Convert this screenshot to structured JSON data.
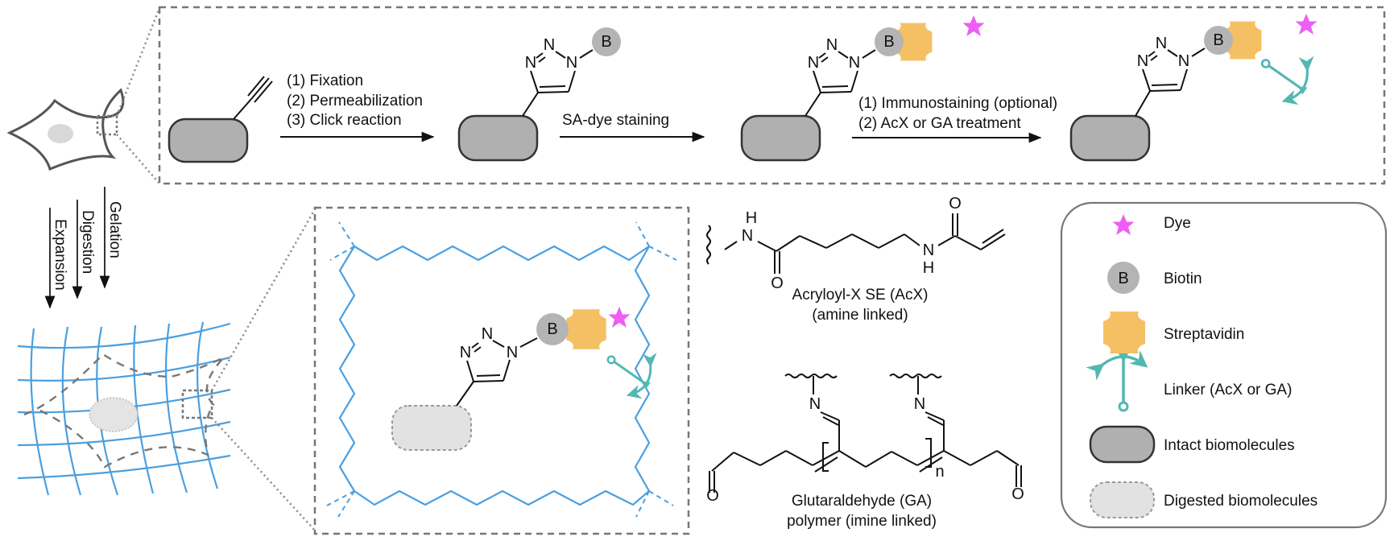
{
  "colors": {
    "dye": "#ee5ef5",
    "biotin": "#b4b4b4",
    "streptavidin": "#f5c063",
    "linker": "#52b8b1",
    "gel": "#4a9fe0",
    "intact": "#b0b0b0",
    "digested": "#e2e2e2",
    "outline": "#777777"
  },
  "top_panel": {
    "step1_lines": [
      "(1) Fixation",
      "(2) Permeabilization",
      "(3) Click reaction"
    ],
    "step2_label": "SA-dye staining",
    "step3_lines": [
      "(1) Immunostaining (optional)",
      "(2) AcX or GA treatment"
    ]
  },
  "atoms": {
    "nitrogen": "N",
    "biotin": "B",
    "oxygen": "O",
    "hydrogen": "H",
    "repeat": "n"
  },
  "vertical_steps": [
    "Gelation",
    "Digestion",
    "Expansion"
  ],
  "chemistry": {
    "acx_title": "Acryloyl-X SE (AcX)",
    "acx_subtitle": "(amine linked)",
    "ga_title": "Glutaraldehyde (GA)",
    "ga_subtitle": "polymer (imine linked)"
  },
  "legend": {
    "items": [
      {
        "icon": "dye-star-icon",
        "label": "Dye"
      },
      {
        "icon": "biotin-circle-icon",
        "label": "Biotin"
      },
      {
        "icon": "streptavidin-icon",
        "label": "Streptavidin"
      },
      {
        "icon": "linker-anchor-icon",
        "label": "Linker (AcX or GA)"
      },
      {
        "icon": "intact-biomolecule-icon",
        "label": "Intact biomolecules"
      },
      {
        "icon": "digested-biomolecule-icon",
        "label": "Digested biomolecules"
      }
    ]
  }
}
